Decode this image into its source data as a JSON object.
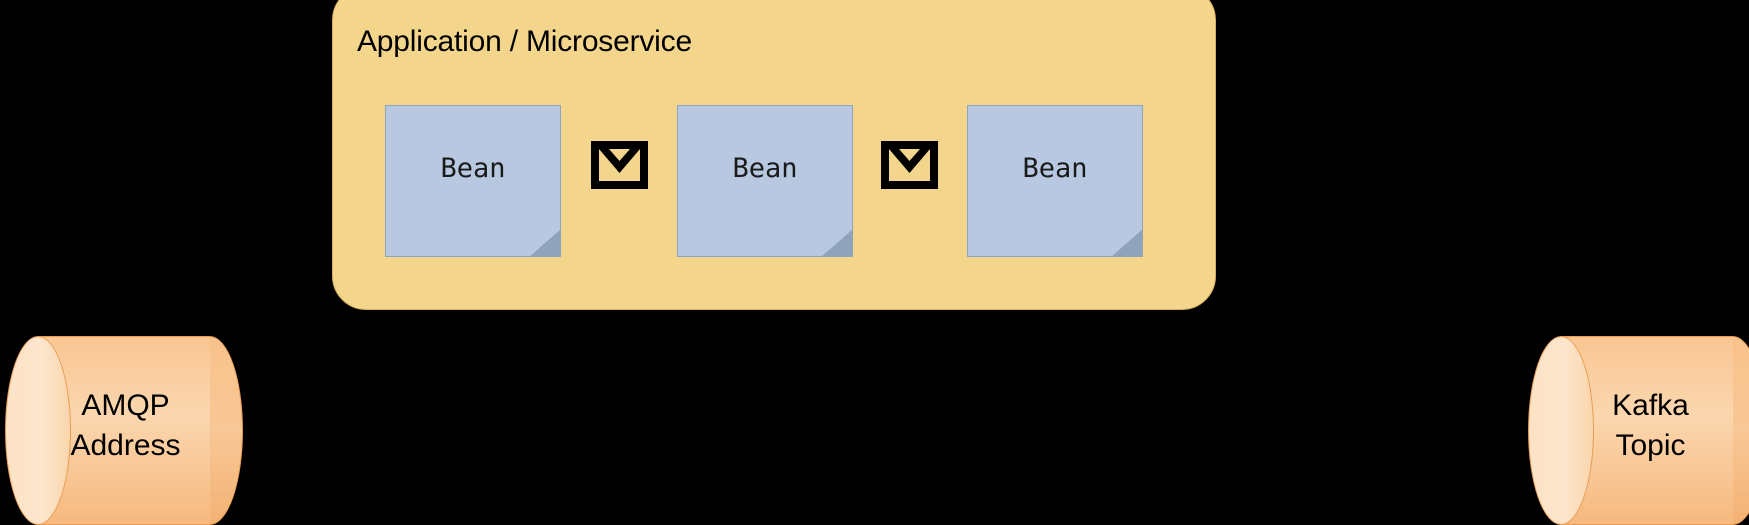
{
  "diagram": {
    "title": "Application / Microservice",
    "background_color": "#000000",
    "container": {
      "label": "Application / Microservice",
      "fill_color": "#f3d58c",
      "border_color": "#d6ae5c"
    },
    "beans": [
      {
        "label": "Bean",
        "fill_color": "#b7c8e0",
        "border_color": "#8ea4c4"
      },
      {
        "label": "Bean",
        "fill_color": "#b7c8e0",
        "border_color": "#8ea4c4"
      },
      {
        "label": "Bean",
        "fill_color": "#b7c8e0",
        "border_color": "#8ea4c4"
      }
    ],
    "message_icons": [
      {
        "icon": "envelope-icon",
        "color": "#000000"
      },
      {
        "icon": "envelope-icon",
        "color": "#000000"
      }
    ],
    "arrows": [
      {
        "icon": "arrow-left-icon",
        "direction": "left",
        "from": "bean-1",
        "to": "amqp-address"
      },
      {
        "icon": "arrow-left-icon",
        "direction": "left",
        "from": "bean-2",
        "to": "bean-1"
      },
      {
        "icon": "arrow-left-icon",
        "direction": "left",
        "from": "bean-3",
        "to": "bean-2"
      },
      {
        "icon": "arrow-left-icon",
        "direction": "left",
        "from": "kafka-topic",
        "to": "bean-3"
      }
    ],
    "endpoints": [
      {
        "id": "amqp-address",
        "line_1": "AMQP",
        "line_2": "Address",
        "shape": "cylinder",
        "fill_color": "#f9c693",
        "border_color": "#e79c52"
      },
      {
        "id": "kafka-topic",
        "line_1": "Kafka",
        "line_2": "Topic",
        "shape": "cylinder",
        "fill_color": "#f9c693",
        "border_color": "#e79c52"
      }
    ]
  }
}
